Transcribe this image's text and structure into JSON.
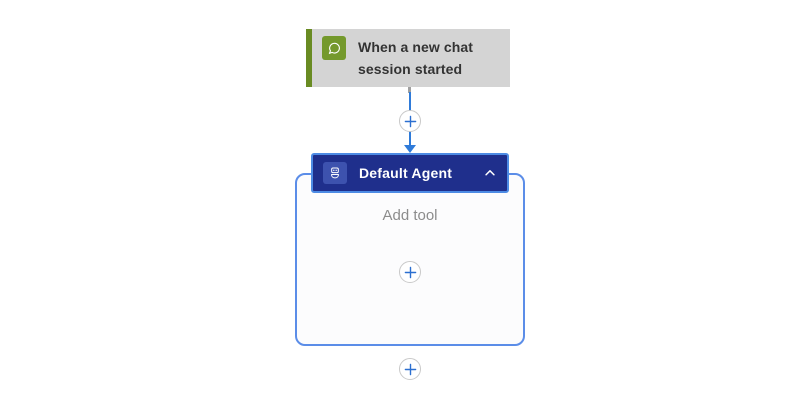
{
  "canvas": {
    "name": "flow-designer-canvas"
  },
  "trigger_card": {
    "title": "When a new chat session started",
    "icon": "chat-bubble-icon",
    "colors": {
      "card_bg": "#d4d4d4",
      "accent_bar": "#698b22",
      "icon_bg": "#74992c",
      "title_text": "#333333"
    }
  },
  "connector": {
    "insert_step_symbol": "+",
    "colors": {
      "edge_line": "#2f7bd9",
      "stub": "#a0a0a0",
      "plus": "#2b6fd0",
      "circle_border": "#c9c9c9"
    }
  },
  "agent_card": {
    "header": {
      "title": "Default Agent",
      "icon": "bot-icon",
      "collapse_state": "expanded",
      "chevron_direction": "up",
      "colors": {
        "header_bg": "#1f2f8c",
        "icon_tile_bg": "#3d52ae",
        "selection_ring": "#4d8be4",
        "title_text": "#ffffff"
      }
    },
    "body": {
      "add_tool_label": "Add tool",
      "add_tool_symbol": "+",
      "colors": {
        "border": "#5b8de8",
        "bg": "#fcfcfd",
        "label_text": "#8c8c8c"
      }
    }
  },
  "insert_after_agent": {
    "symbol": "+"
  }
}
